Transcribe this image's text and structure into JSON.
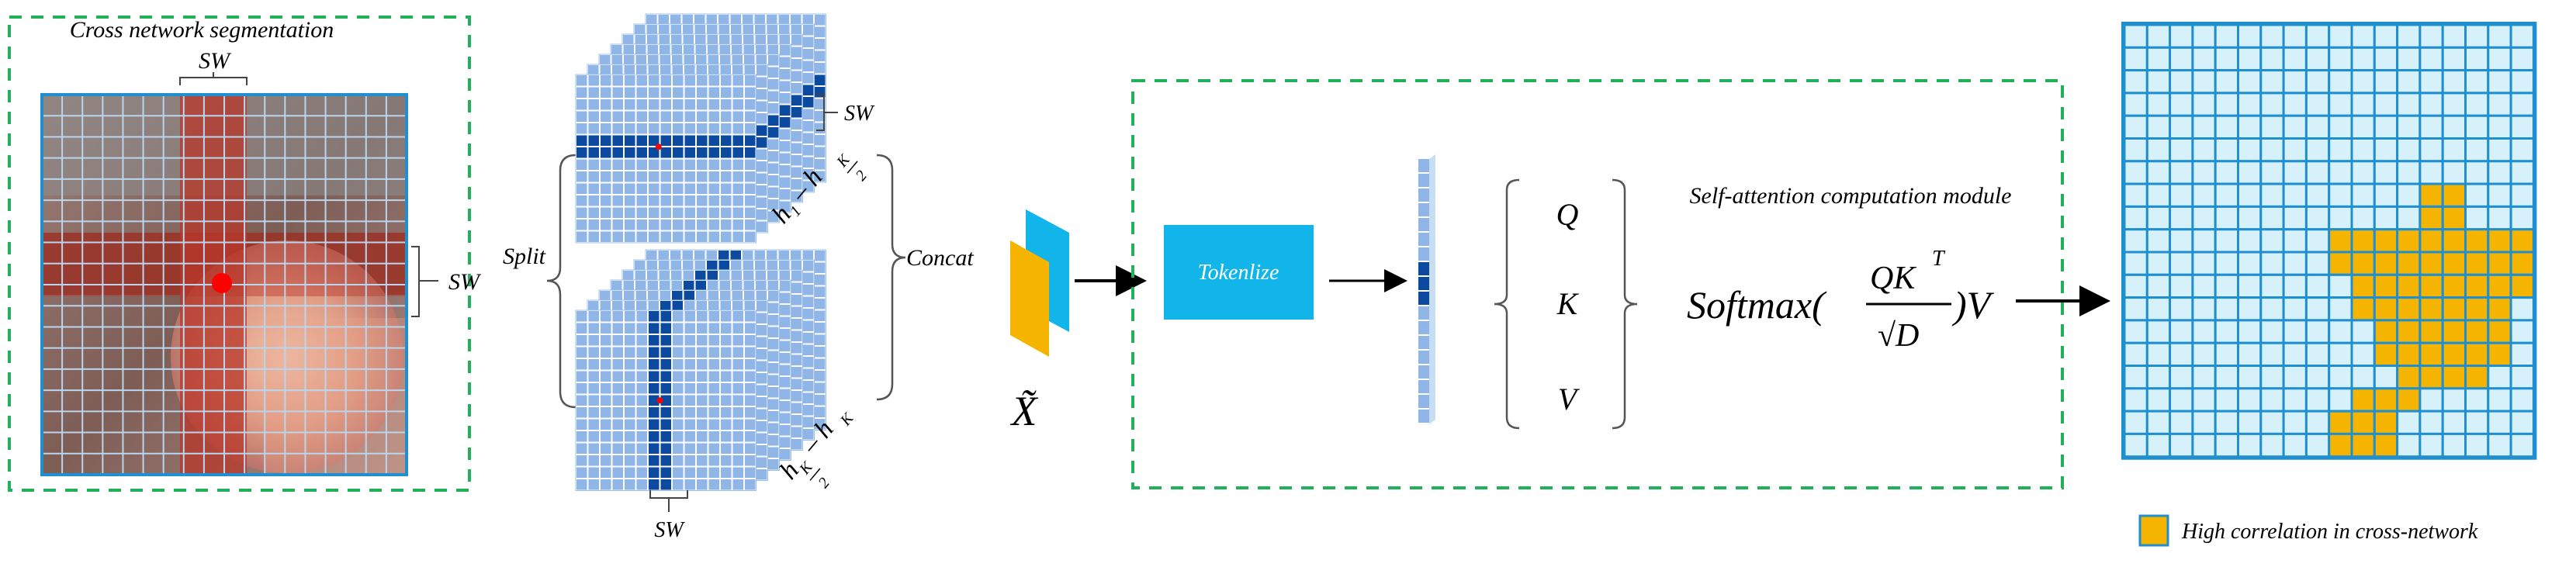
{
  "labels": {
    "cross_network_segmentation": "Cross network segmentation",
    "sw": "SW",
    "split": "Split",
    "concat": "Concat",
    "tokenize": "Tokenlize",
    "self_attention_module": "Self-attention computation module",
    "q": "Q",
    "k": "K",
    "v": "V",
    "x_tilde": "X̃",
    "h1_hk2_top": "h₁ – h",
    "hk2_hk_bottom": "h",
    "legend_text": "High correlation in cross-network"
  },
  "formula": {
    "prefix": "Softmax(",
    "numerator": "QK",
    "superscript": "T",
    "denominator": "√D",
    "suffix": ")V"
  },
  "colors": {
    "dashed_box": "#22b05a",
    "grid_line": "#1f8fd0",
    "grid_fill": "#d6f1fa",
    "highlight": "#f5b400",
    "tokenize_box": "#12b5ea",
    "stack_light": "#8fb6e6",
    "stack_dark": "#0c4aa0",
    "red_dot": "#ff0000",
    "arrow": "#000000"
  }
}
